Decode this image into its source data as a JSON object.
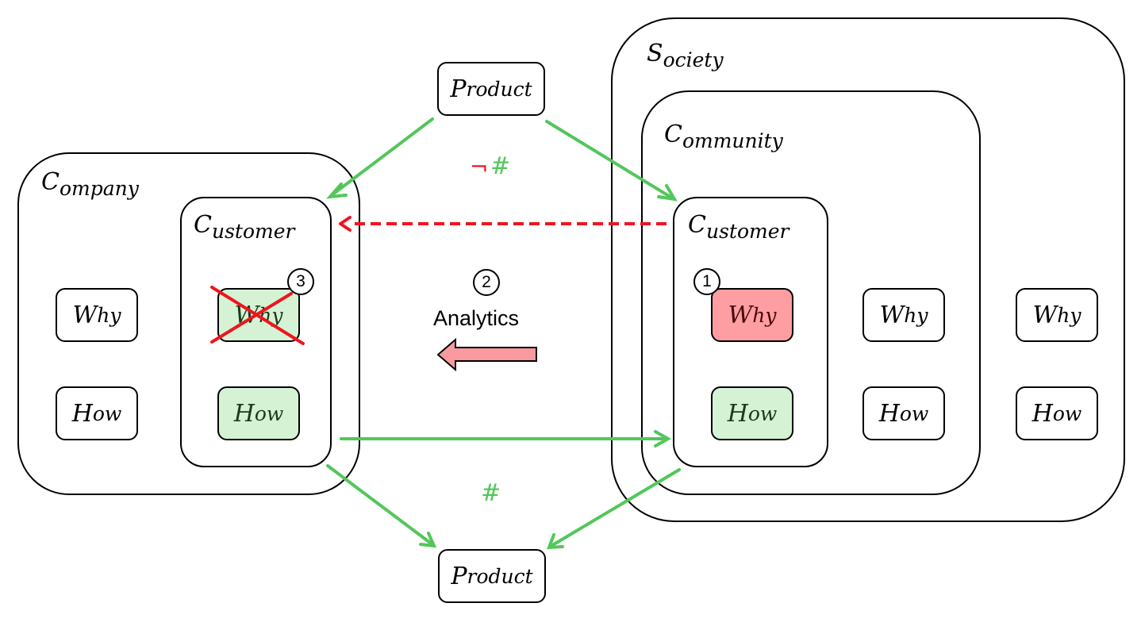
{
  "colors": {
    "flow_green": "#52c75a",
    "negation_red": "#f0141e",
    "highlight_green": "#d5f2d5",
    "highlight_red": "#ff9ea2",
    "analytics_arrow": "#f99aa0"
  },
  "containers": {
    "company": {
      "base": "C",
      "sub": "ompany"
    },
    "company_customer": {
      "base": "C",
      "sub": "ustomer"
    },
    "society": {
      "base": "S",
      "sub": "ociety"
    },
    "community": {
      "base": "C",
      "sub": "ommunity"
    },
    "community_customer": {
      "base": "C",
      "sub": "ustomer"
    }
  },
  "nodes": {
    "product_top": {
      "base": "P",
      "sub": "roduct"
    },
    "product_bottom": {
      "base": "P",
      "sub": "roduct"
    },
    "company_why": {
      "base": "W",
      "sub": "hy"
    },
    "company_how": {
      "base": "H",
      "sub": "ow"
    },
    "company_customer_why": {
      "base": "W",
      "sub": "hy",
      "crossed_out": true
    },
    "company_customer_how": {
      "base": "H",
      "sub": "ow"
    },
    "community_customer_why": {
      "base": "W",
      "sub": "hy"
    },
    "community_customer_how": {
      "base": "H",
      "sub": "ow"
    },
    "community_why": {
      "base": "W",
      "sub": "hy"
    },
    "community_how": {
      "base": "H",
      "sub": "ow"
    },
    "society_why": {
      "base": "W",
      "sub": "hy"
    },
    "society_how": {
      "base": "H",
      "sub": "ow"
    }
  },
  "badges": {
    "one": "1",
    "two": "2",
    "three": "3"
  },
  "labels": {
    "analytics": "Analytics",
    "not_symbol": "¬",
    "hash_top": "#",
    "hash_bottom": "#"
  }
}
